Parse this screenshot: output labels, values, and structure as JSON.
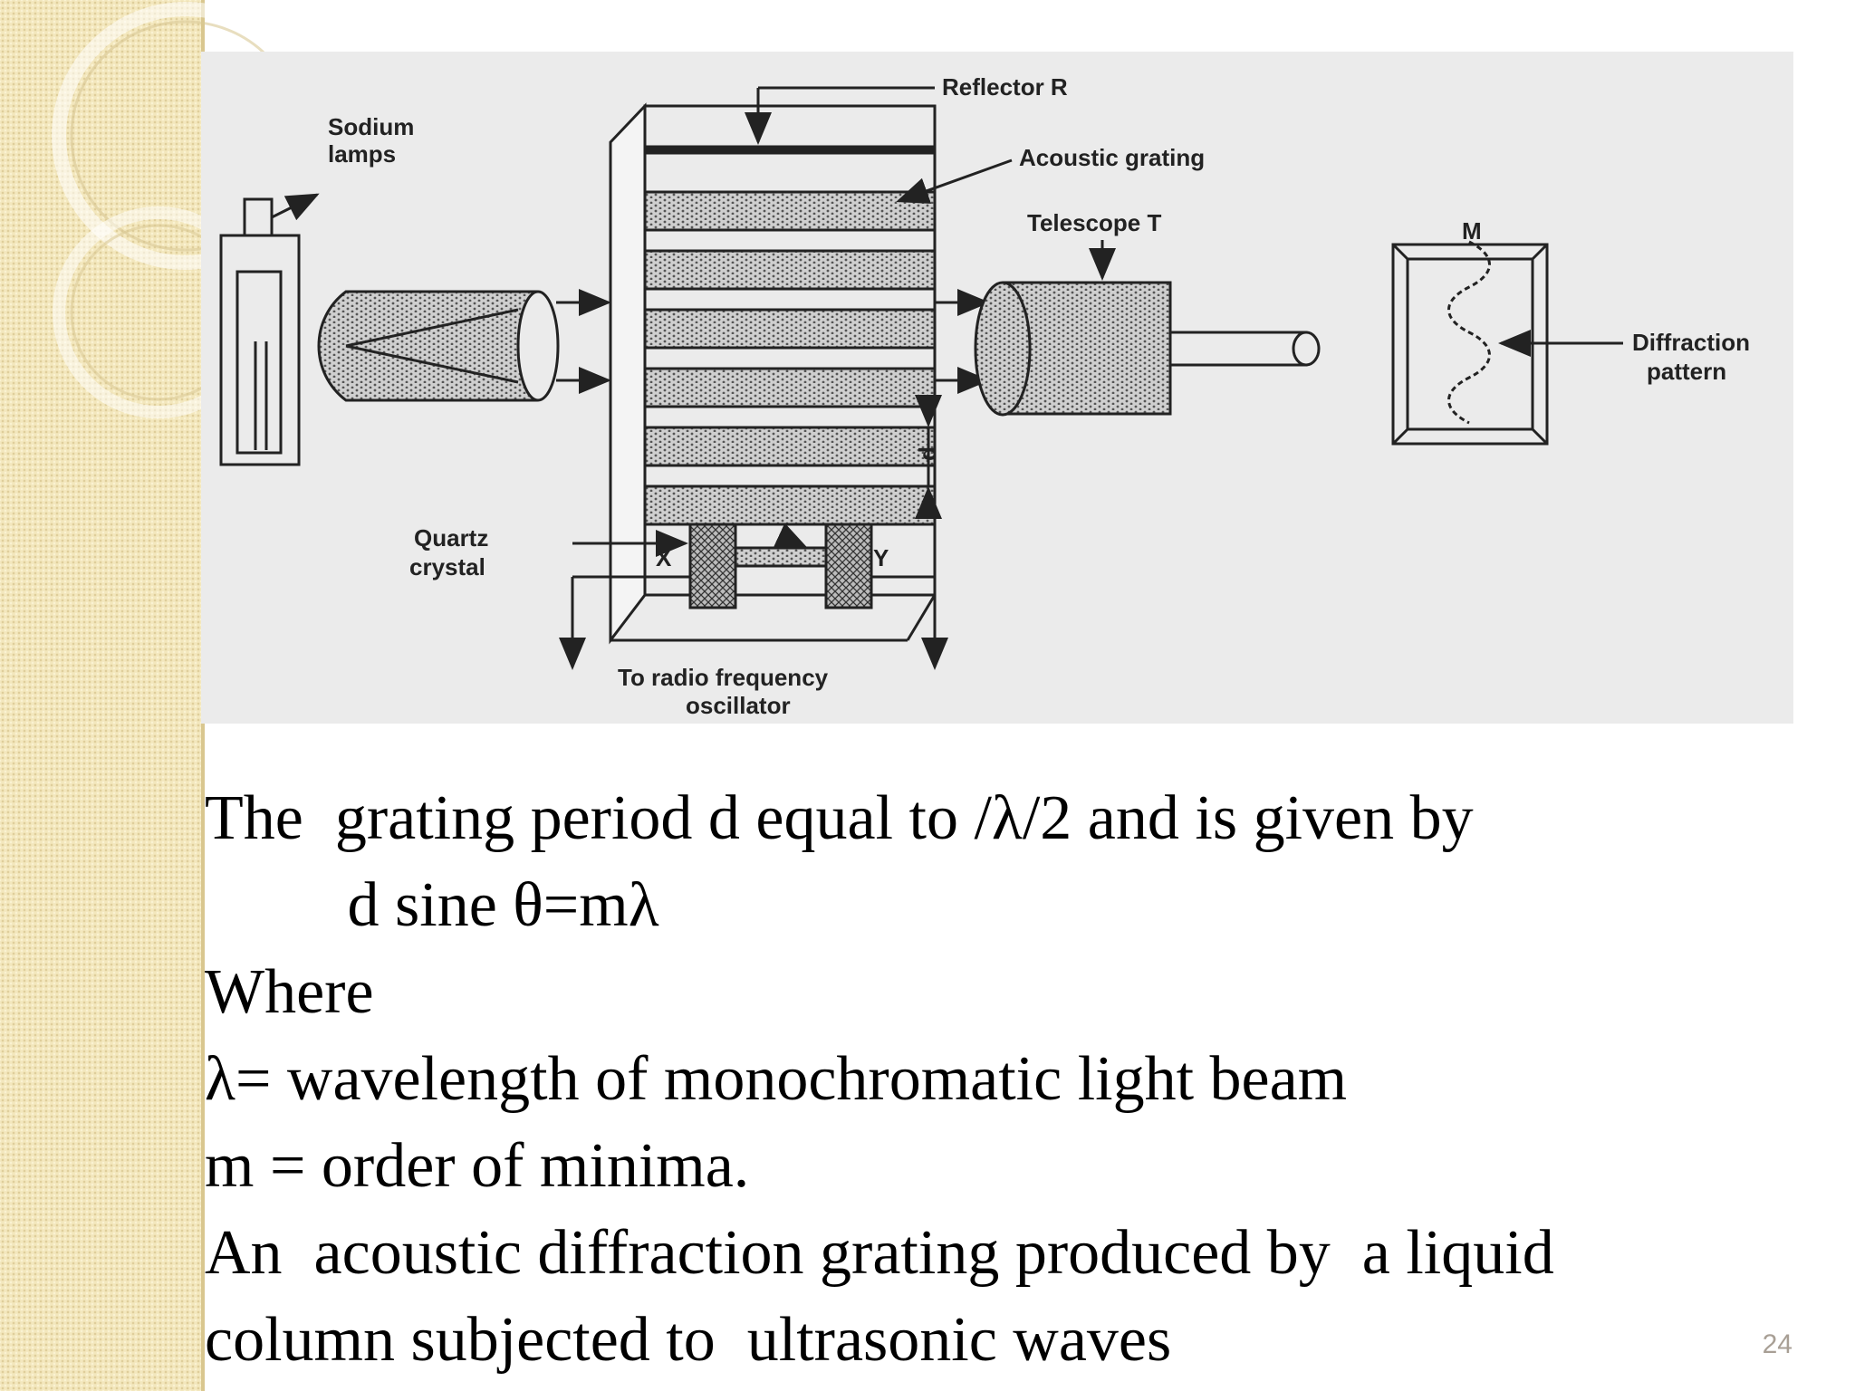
{
  "slide": {
    "page_number": "24",
    "diagram": {
      "labels": {
        "reflector": "Reflector R",
        "sodium": "Sodium",
        "lamps": "lamps",
        "acoustic_grating": "Acoustic grating",
        "telescope": "Telescope T",
        "m": "M",
        "diffraction": "Diffraction",
        "pattern": "pattern",
        "d": "d",
        "quartz": "Quartz",
        "crystal": "crystal",
        "x": "X",
        "y": "Y",
        "to_radio": "To radio frequency",
        "oscillator": "oscillator"
      }
    },
    "body_lines": [
      "The  grating period d equal to /λ/2 and is given by",
      "         d sine θ=mλ",
      "Where",
      "λ= wavelength of monochromatic light beam",
      "m = order of minima.",
      "An  acoustic diffraction grating produced by  a liquid",
      "column subjected to  ultrasonic waves"
    ]
  },
  "colors": {
    "sidebar": "#f3e7bd",
    "diagram_bg": "#ebebeb",
    "page_number": "#a89f95"
  }
}
